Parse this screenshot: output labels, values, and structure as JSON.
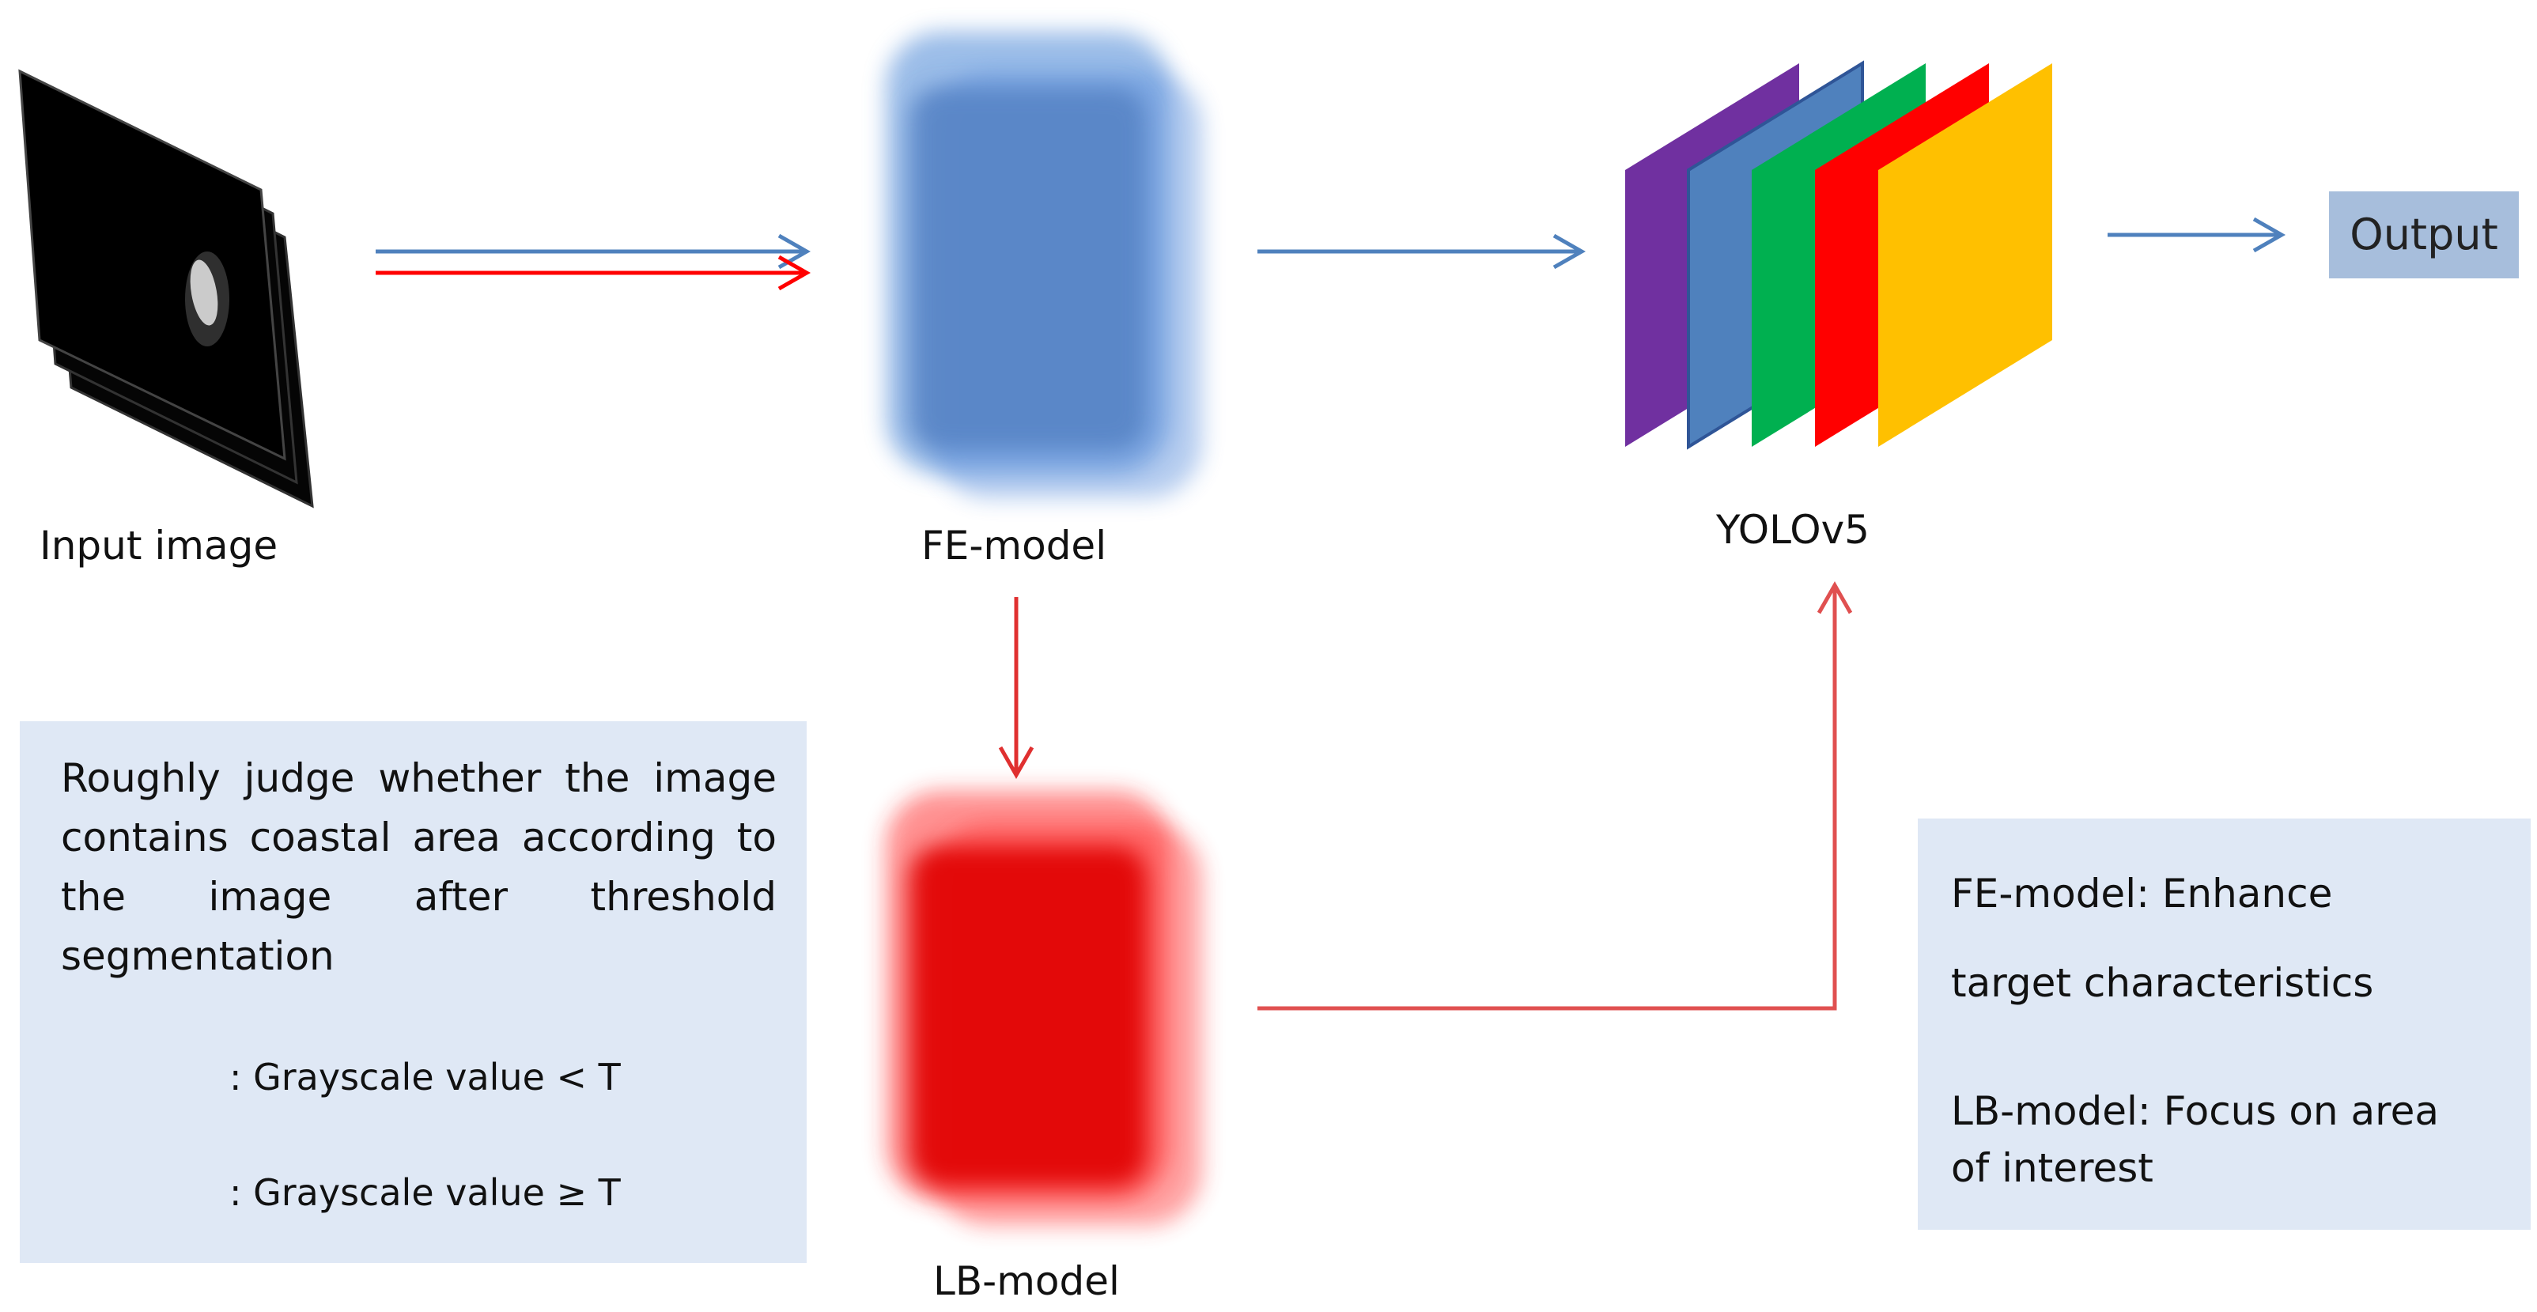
{
  "nodes": {
    "input": {
      "label": "Input image"
    },
    "fe_model": {
      "label": "FE-model"
    },
    "lb_model": {
      "label": "LB-model"
    },
    "yolo": {
      "label": "YOLOv5"
    },
    "output": {
      "label": "Output"
    }
  },
  "info_box": {
    "text": "Roughly judge whether the image contains coastal area according to the image after threshold segmentation"
  },
  "legend": {
    "blue_label": ":   Grayscale value < T",
    "red_label": ":   Grayscale value ≥ T"
  },
  "note_box": {
    "fe_line1": "FE-model: Enhance",
    "fe_line2": "target characteristics",
    "lb_line1": "LB-model: Focus on area",
    "lb_line2": "of interest"
  },
  "colors": {
    "blue_arrow": "#4f81bd",
    "red_arrow": "#ff0000",
    "fe_block": "#4a86d6",
    "lb_block": "#ff0000",
    "layer_purple": "#7030a0",
    "layer_blue": "#4f81bd",
    "layer_green": "#00b050",
    "layer_red": "#ff0000",
    "layer_yellow": "#ffc000",
    "box_fill": "#dfe8f5",
    "output_fill": "#a7bedc"
  }
}
